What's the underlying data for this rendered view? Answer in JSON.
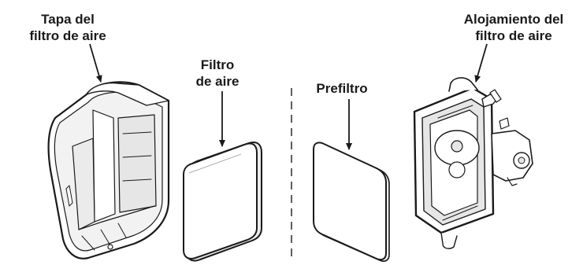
{
  "labels": {
    "cover": [
      "Tapa del",
      "filtro de aire"
    ],
    "filter": [
      "Filtro",
      "de aire"
    ],
    "prefilter": "Prefiltro",
    "housing": [
      "Alojamiento del",
      "filtro de aire"
    ]
  },
  "colors": {
    "line": "#1a1a1a",
    "fill": "#ffffff",
    "shade": "#e6e6e6"
  }
}
